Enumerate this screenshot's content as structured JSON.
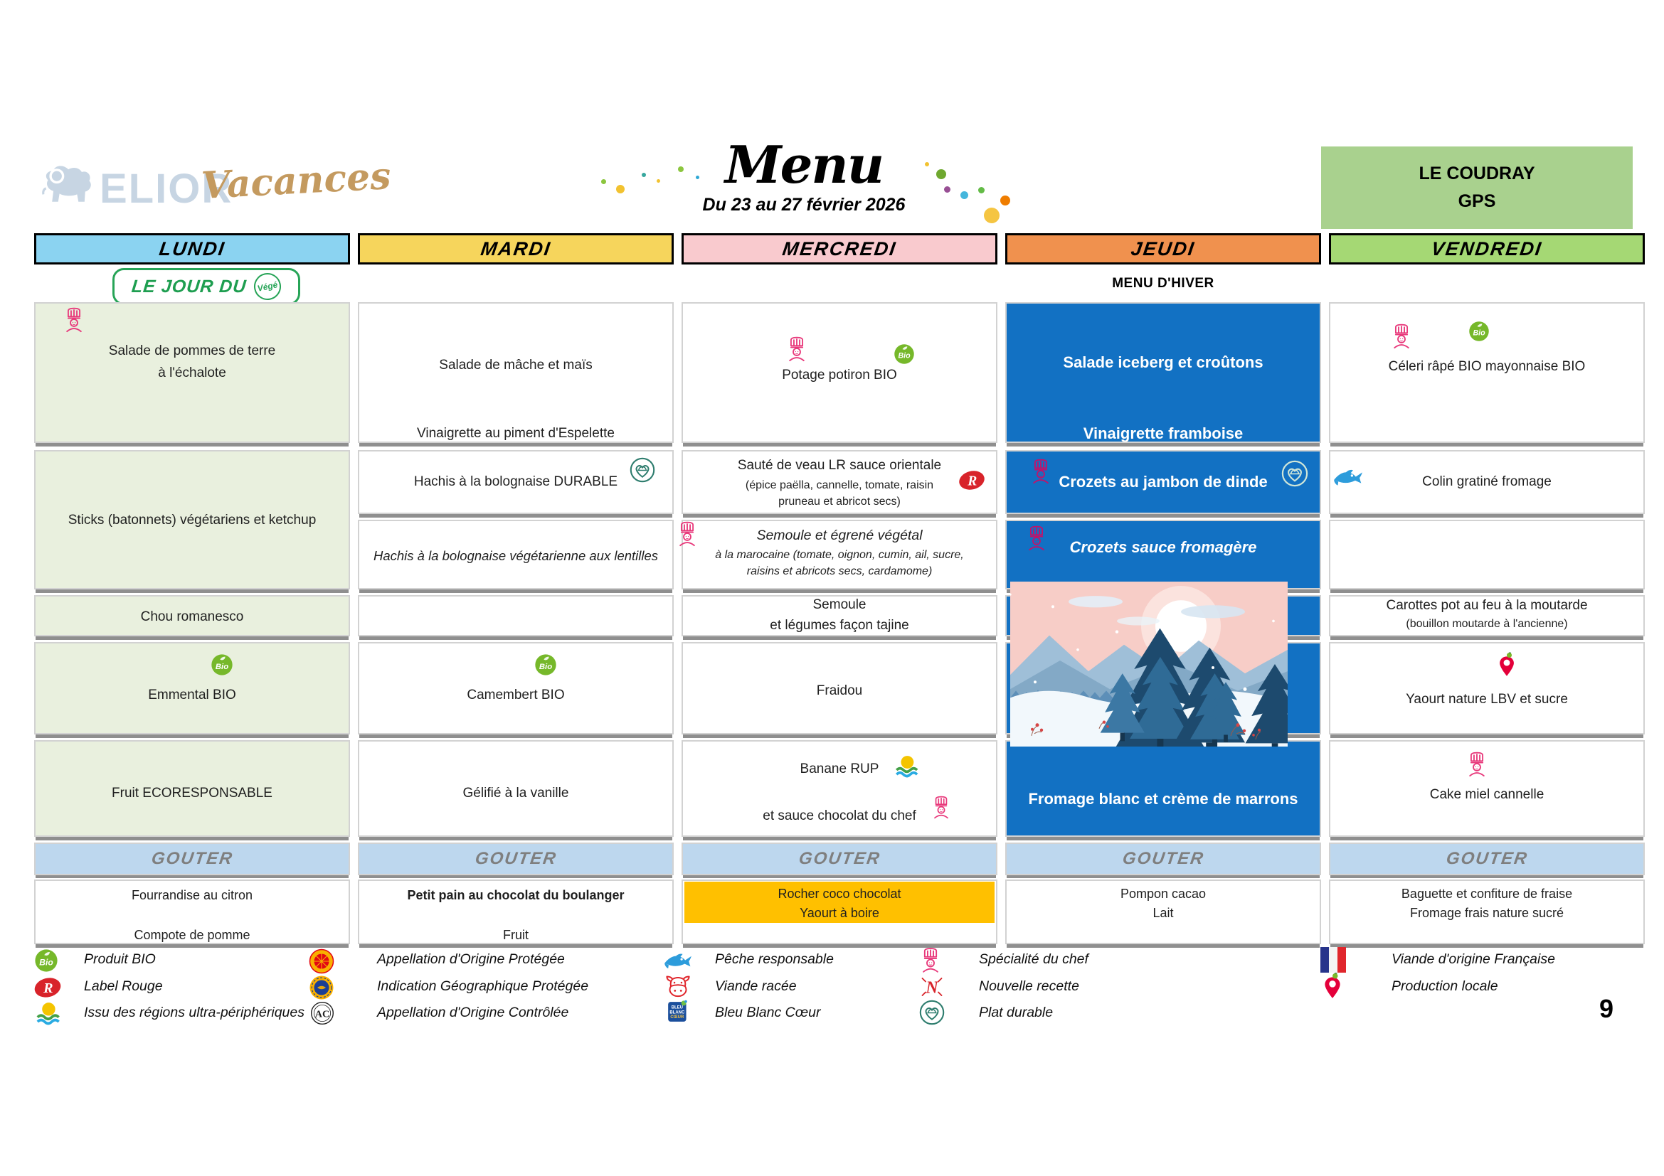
{
  "header": {
    "brand": "ELIOR",
    "season": "Vacances",
    "title": "Menu",
    "date_range": "Du 23 au 27 février 2026",
    "site": {
      "line1": "LE COUDRAY",
      "line2": "GPS"
    }
  },
  "day_headers": {
    "lundi": "LUNDI",
    "mardi": "MARDI",
    "mercredi": "MERCREDI",
    "jeudi": "JEUDI",
    "vendredi": "VENDREDI"
  },
  "labels": {
    "jour_du": "LE JOUR DU",
    "vege_stamp": "Végé",
    "menu_hiver": "MENU D'HIVER",
    "gouter": "GOUTER",
    "page_number": "9"
  },
  "menu": {
    "lundi": {
      "entree": "Salade de pommes de terre\nà l'échalote",
      "plat": "Sticks (batonnets) végétariens et ketchup",
      "legume": "Chou romanesco",
      "fromage": "Emmental BIO",
      "dessert": "Fruit  ECORESPONSABLE",
      "gouter": [
        "Fourrandise au citron",
        "Compote de pomme"
      ]
    },
    "mardi": {
      "entree": "Salade de mâche et maïs",
      "entree_sauce": "Vinaigrette au piment d'Espelette",
      "plat": "Hachis à la bolognaise DURABLE",
      "plat_vege": "Hachis à la bolognaise végétarienne aux lentilles",
      "fromage": "Camembert BIO",
      "dessert": "Gélifié à la vanille",
      "gouter": [
        "Petit pain au chocolat du boulanger",
        "Fruit"
      ]
    },
    "mercredi": {
      "entree": "Potage potiron BIO",
      "plat": "Sauté de veau LR sauce orientale",
      "plat_detail": "(épice paëlla, cannelle, tomate, raisin\npruneau et abricot secs)",
      "plat_vege": "Semoule et égrené végétal",
      "plat_vege_detail": "à la marocaine  (tomate, oignon, cumin, ail, sucre,\nraisins et abricots secs, cardamome)",
      "legume": "Semoule\net légumes façon tajine",
      "fromage": "Fraidou",
      "dessert": "Banane RUP",
      "dessert2": "et sauce chocolat du chef",
      "gouter": [
        "Rocher coco chocolat",
        "Yaourt à boire"
      ]
    },
    "jeudi": {
      "entree": "Salade iceberg et croûtons",
      "entree_sauce": "Vinaigrette framboise",
      "plat": "Crozets au jambon de dinde",
      "plat_vege": "Crozets sauce fromagère",
      "dessert": "Fromage blanc et crème de marrons",
      "gouter": [
        "Pompon cacao",
        "Lait"
      ]
    },
    "vendredi": {
      "entree": "Céleri râpé BIO mayonnaise BIO",
      "plat": "Colin gratiné fromage",
      "legume": "Carottes pot au feu à la moutarde",
      "legume_detail": "(bouillon moutarde à l'ancienne)",
      "fromage": "Yaourt nature LBV et sucre",
      "dessert": "Cake miel cannelle",
      "gouter": [
        "Baguette et confiture de fraise",
        "Fromage frais nature sucré"
      ]
    }
  },
  "legend": {
    "col1": [
      {
        "icon": "bio-icon",
        "label": "Produit BIO"
      },
      {
        "icon": "label-rouge-icon",
        "label": "Label Rouge"
      },
      {
        "icon": "rup-icon",
        "label": "Issu des régions ultra-périphériques"
      }
    ],
    "col2": [
      {
        "icon": "aop-icon",
        "label": "Appellation d'Origine Protégée"
      },
      {
        "icon": "igp-icon",
        "label": "Indication Géographique Protégée"
      },
      {
        "icon": "aoc-icon",
        "label": "Appellation d'Origine Contrôlée"
      }
    ],
    "col3": [
      {
        "icon": "responsible-fishing-icon",
        "label": "Pêche responsable"
      },
      {
        "icon": "cow-icon",
        "label": "Viande racée"
      },
      {
        "icon": "bleu-blanc-coeur-icon",
        "label": "Bleu Blanc Cœur"
      }
    ],
    "col4": [
      {
        "icon": "chef-icon",
        "label": "Spécialité du chef"
      },
      {
        "icon": "new-recipe-icon",
        "label": "Nouvelle recette"
      },
      {
        "icon": "durable-icon",
        "label": "Plat durable"
      }
    ],
    "col5": [
      {
        "icon": "france-icon",
        "label": "Viande d'origine Française"
      },
      {
        "icon": "local-pin-icon",
        "label": "Production locale"
      }
    ]
  },
  "colors": {
    "lundi_header": "#8BD3F1",
    "mardi_header": "#F6D55C",
    "mercredi_header": "#F9CACE",
    "jeudi_header": "#F0914E",
    "vendredi_header": "#A5D874",
    "site_box": "#A9D18E",
    "jeudi_cell_blue": "#1271C3",
    "lundi_cell_green": "#E9F0DE",
    "gouter_band_blue": "#BDD7EE",
    "gouter_highlight_yellow": "#FFC000"
  }
}
